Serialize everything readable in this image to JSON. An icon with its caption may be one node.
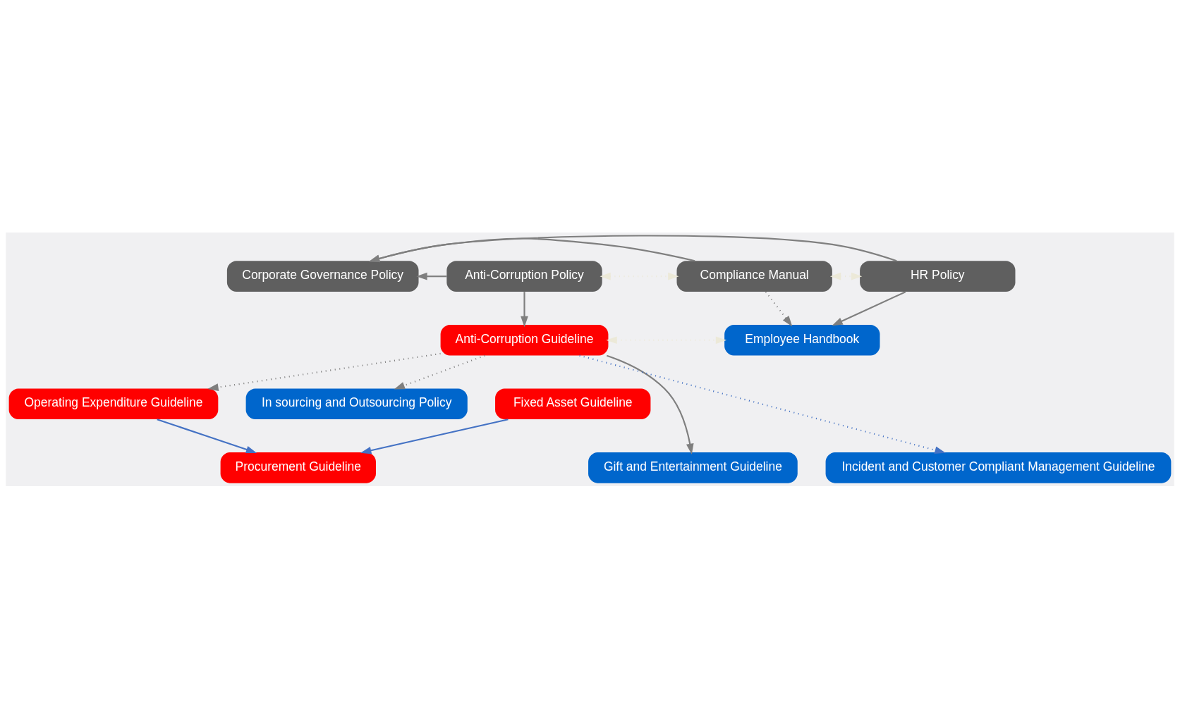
{
  "diagram": {
    "nodes": [
      {
        "text": [
          "Corporate Governance Policy"
        ]
      },
      {
        "text": [
          "Anti-Corruption Policy"
        ]
      },
      {
        "text": [
          "Compliance Manual"
        ]
      },
      {
        "text": [
          "HR Policy"
        ]
      },
      {
        "text": [
          "Anti-Corruption Guideline"
        ]
      },
      {
        "text": [
          "Employee Handbook"
        ]
      },
      {
        "text": [
          "Operating Expenditure Guideline"
        ]
      },
      {
        "text": [
          "Fixed Asset Guideline"
        ]
      },
      {
        "text": [
          "In sourcing and Outsourcing Policy"
        ]
      },
      {
        "text": [
          "Gift and Entertainment Guideline"
        ]
      },
      {
        "text": [
          "Procurement Guideline"
        ]
      },
      {
        "text": [
          "Incident and Customer Compliant Management Guideline"
        ]
      }
    ],
    "edges": [
      {
        "from": 1,
        "to": 0,
        "arrow": "to"
      },
      {
        "from": 2,
        "to": 0,
        "arrow": "to"
      },
      {
        "from": 3,
        "to": 0,
        "arrow": "to"
      },
      {
        "from": 1,
        "to": 2,
        "arrow": "both",
        "style": "dashed",
        "color": "#ece9d8"
      },
      {
        "from": 2,
        "to": 3,
        "arrow": "both",
        "style": "dashed",
        "color": "#ece9d8"
      },
      {
        "from": 1,
        "to": 4,
        "arrow": "to"
      },
      {
        "from": 2,
        "to": 5,
        "arrow": "to",
        "style": "dashed"
      },
      {
        "from": 3,
        "to": 5,
        "arrow": "to"
      },
      {
        "from": 4,
        "to": 5,
        "arrow": "both",
        "style": "dashed",
        "color": "#ece9d8"
      },
      {
        "from": 4,
        "to": 9,
        "arrow": "to"
      },
      {
        "from": 4,
        "to": 6,
        "arrow": "to",
        "style": "dashed"
      },
      {
        "from": 4,
        "to": 8,
        "arrow": "to",
        "style": "dashed"
      },
      {
        "from": 4,
        "to": 11,
        "arrow": "to",
        "style": "dashed",
        "color": "#4472c4"
      },
      {
        "from": 6,
        "to": 10,
        "arrow": "to",
        "color": "#4472c4"
      },
      {
        "from": 7,
        "to": 10,
        "arrow": "to",
        "color": "#4472c4"
      }
    ]
  }
}
